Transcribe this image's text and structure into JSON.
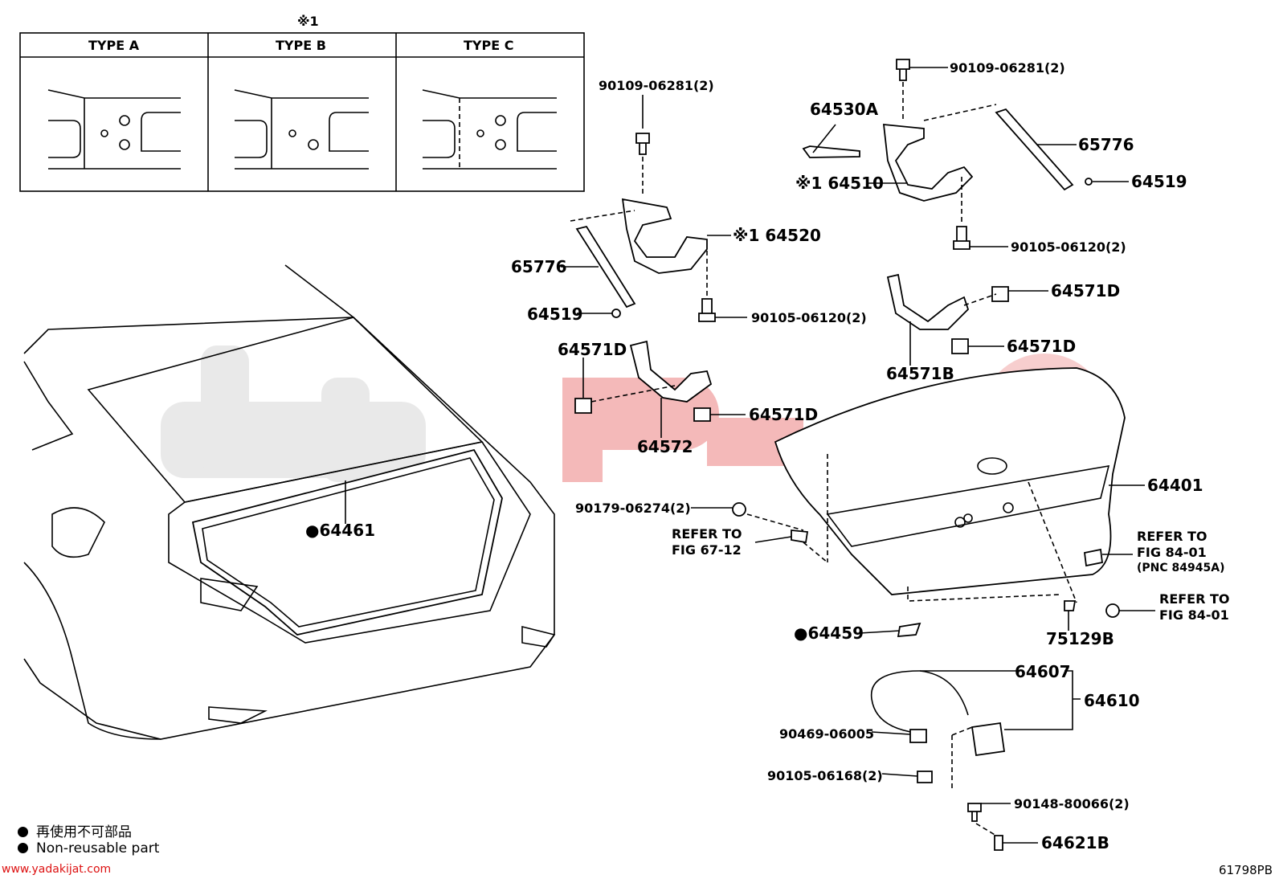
{
  "footnote_mark": "※1",
  "types": [
    {
      "label": "TYPE A"
    },
    {
      "label": "TYPE B"
    },
    {
      "label": "TYPE C"
    }
  ],
  "parts": {
    "bolt_upper_left": "90109-06281(2)",
    "bolt_upper_right": "90109-06281(2)",
    "rod_64530a": "64530A",
    "torsion_bar_right": "65776",
    "torsion_bar_left": "65776",
    "clip_right": "64519",
    "clip_left": "64519",
    "hinge_right": "※1 64510",
    "hinge_left": "※1 64520",
    "bolt_lower_right": "90105-06120(2)",
    "bolt_lower_left": "90105-06120(2)",
    "cover_right": "64571B",
    "clip_64571d_a": "64571D",
    "clip_64571d_b": "64571D",
    "clip_64571d_c": "64571D",
    "clip_64571d_d": "64571D",
    "cover_left": "64572",
    "weatherstrip": "●64461",
    "lid": "64401",
    "screw_90179": "90179-06274(2)",
    "refer_67": "REFER TO\nFIG 67-12",
    "refer_84a": "REFER TO\nFIG 84-01\n(PNC 84945A)",
    "refer_84b": "REFER TO\nFIG 84-01",
    "pad_64459": "●64459",
    "part_75129b": "75129B",
    "cable_64607": "64607",
    "lock_64610": "64610",
    "nut_90469": "90469-06005",
    "bolt_90105_06168": "90105-06168(2)",
    "screw_90148": "90148-80066(2)",
    "striker_64621b": "64621B"
  },
  "legend": {
    "ja": "再使用不可部品",
    "en": "Non-reusable part"
  },
  "website": "www.yadakijat.com",
  "figure_code": "61798PB",
  "watermark_color": "#f4b9b9"
}
